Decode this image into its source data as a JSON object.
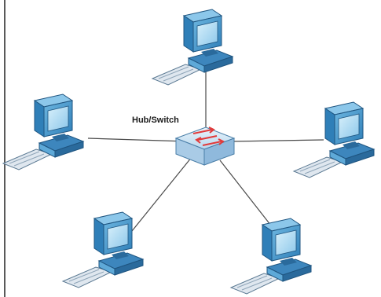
{
  "diagram": {
    "hub_label": "Hub/Switch"
  },
  "nodes": [
    {
      "name": "computer-top"
    },
    {
      "name": "computer-left"
    },
    {
      "name": "computer-right"
    },
    {
      "name": "computer-bottom-left"
    },
    {
      "name": "computer-bottom-right"
    }
  ],
  "colors": {
    "monitor": "#4f9fd1",
    "monitor_dark": "#2e6f9e",
    "screen": "#a6d6f2",
    "keyboard": "#dfe7ef",
    "switch": "#cfe4f3",
    "switch_dark": "#7aa9cf",
    "arrows": "#e23a3a",
    "cable": "#4a4a4a",
    "border": "#222222"
  }
}
